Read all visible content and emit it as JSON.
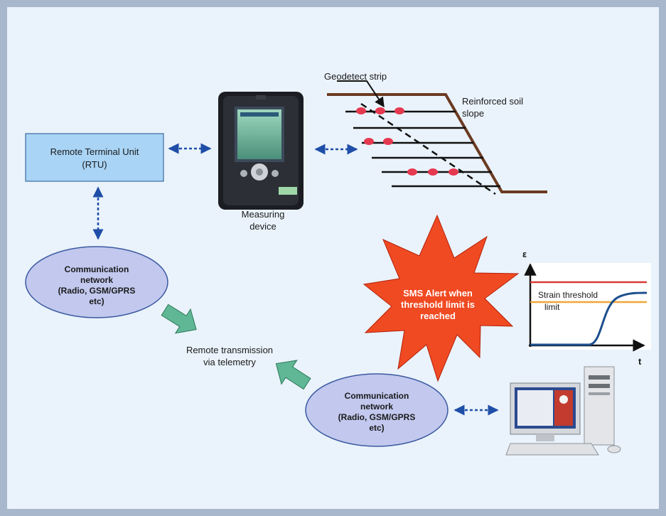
{
  "rtu": {
    "line1": "Remote Terminal Unit",
    "line2": "(RTU)"
  },
  "measuring_device": {
    "line1": "Measuring",
    "line2": "device"
  },
  "geodetect_label": "Geodetect strip",
  "slope_label": {
    "line1": "Reinforced soil",
    "line2": "slope"
  },
  "comm_network_left": {
    "line1": "Communication",
    "line2": "network",
    "line3": "(Radio, GSM/GPRS",
    "line4": "etc)"
  },
  "comm_network_right": {
    "line1": "Communication",
    "line2": "network",
    "line3": "(Radio, GSM/GPRS",
    "line4": "etc)"
  },
  "remote_transmission": {
    "line1": "Remote transmission",
    "line2": "via telemetry"
  },
  "sms_alert": {
    "line1": "SMS Alert when",
    "line2": "threshold limit is",
    "line3": "reached"
  },
  "strain_chart": {
    "y_symbol": "ε",
    "x_symbol": "t",
    "threshold_line1": "Strain threshold",
    "threshold_line2": "limit"
  },
  "colors": {
    "rtu_fill": "#a9d4f5",
    "ellipse_fill": "#c2c8ee",
    "arrow_blue": "#1f4ea8",
    "green_arrow": "#5fb795",
    "starburst": "#f04a22",
    "slope_brown": "#6b3b22",
    "strip_dot": "#e53950",
    "threshold_red": "#d93a3a",
    "threshold_orange": "#f0a63a",
    "curve_blue": "#1d4f8c"
  }
}
